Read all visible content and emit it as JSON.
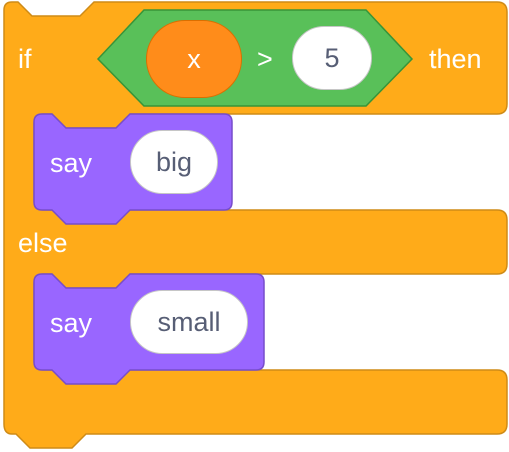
{
  "colors": {
    "control": "#ffab19",
    "control_border": "#cf8b17",
    "looks": "#9966ff",
    "looks_border": "#774dcb",
    "operators": "#59c059",
    "operators_border": "#389438",
    "variables": "#ff8c1a",
    "variables_border": "#db6e00",
    "text": "#ffffff",
    "field_text": "#575e75"
  },
  "if_else_block": {
    "if_label": "if",
    "then_label": "then",
    "else_label": "else",
    "condition": {
      "variable": "x",
      "operator": ">",
      "value": "5"
    },
    "then_branch": {
      "say_label": "say",
      "message": "big"
    },
    "else_branch": {
      "say_label": "say",
      "message": "small"
    }
  }
}
